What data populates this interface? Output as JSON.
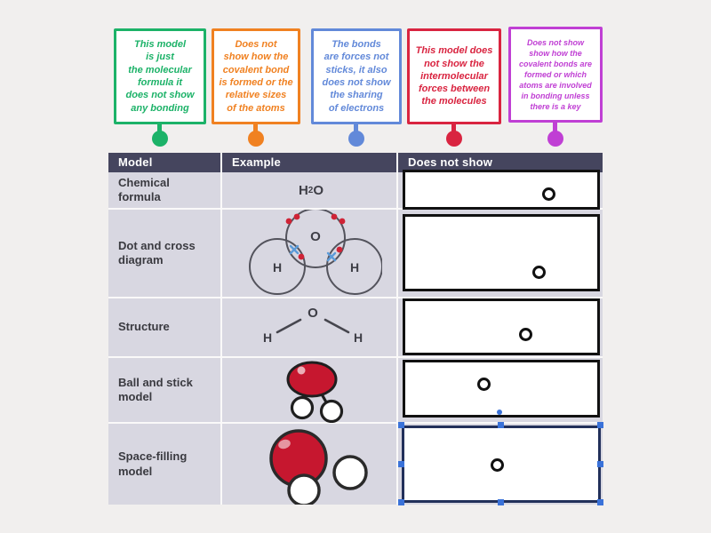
{
  "canvas": {
    "background": "#f1efee"
  },
  "labels": [
    {
      "text": "This model\nis just\nthe molecular\nformula it\ndoes not show\nany bonding",
      "color": "#1cb268"
    },
    {
      "text": "Does not\nshow how the\ncovalent bond\nis formed or the\nrelative sizes\nof the atoms",
      "color": "#f08121"
    },
    {
      "text": "The bonds\nare forces not\nsticks, it also\ndoes not show\nthe sharing\nof electrons",
      "color": "#6289d9"
    },
    {
      "text": "This model does\nnot show the\nintermolecular\nforces between\nthe molecules",
      "color": "#d92440"
    },
    {
      "text": "Does not show\nshow how the\ncovalent bonds are\nformed or which\natoms are involved\nin bonding unless\nthere is a key",
      "color": "#c03fd4"
    }
  ],
  "table": {
    "headers": [
      "Model",
      "Example",
      "Does not show"
    ],
    "rows": [
      "Chemical\nformula",
      "Dot and cross\ndiagram",
      "Structure",
      "Ball and stick\nmodel",
      "Space-filling\nmodel"
    ],
    "header_bg": "#45455e",
    "cell_bg": "#d8d7e1"
  },
  "examples": {
    "formula": {
      "h": "H",
      "sub": "2",
      "o": "O"
    },
    "oxygen": "O",
    "hydrogen": "H"
  },
  "colors": {
    "drop_box_border": "#111111",
    "selected_border": "#22305a",
    "selection_blue": "#3a72d9",
    "molecule_red": "#c6172f",
    "electron_dot_red": "#cf2336",
    "electron_cross_blue": "#5b9bd9"
  }
}
